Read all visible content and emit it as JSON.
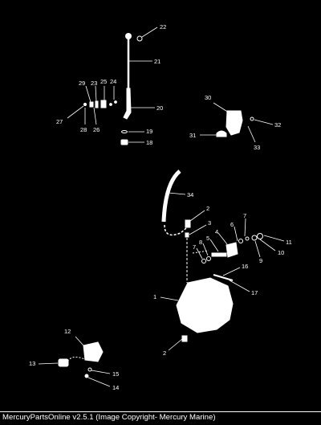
{
  "caption": "MercuryPartsOnline v2.5.1 (Image Copyright- Mercury Marine)",
  "callouts": {
    "c1": "1",
    "c2a": "2",
    "c2b": "2",
    "c3": "3",
    "c4": "4",
    "c5": "5",
    "c6": "6",
    "c7a": "7",
    "c7b": "7",
    "c8": "8",
    "c9": "9",
    "c10": "10",
    "c11": "11",
    "c12": "12",
    "c13": "13",
    "c14": "14",
    "c15": "15",
    "c16": "16",
    "c17": "17",
    "c18": "18",
    "c19": "19",
    "c20": "20",
    "c21": "21",
    "c22": "22",
    "c23": "23",
    "c24": "24",
    "c25": "25",
    "c26": "26",
    "c27": "27",
    "c28": "28",
    "c29": "29",
    "c30": "30",
    "c31": "31",
    "c32": "32",
    "c33": "33",
    "c34": "34"
  }
}
